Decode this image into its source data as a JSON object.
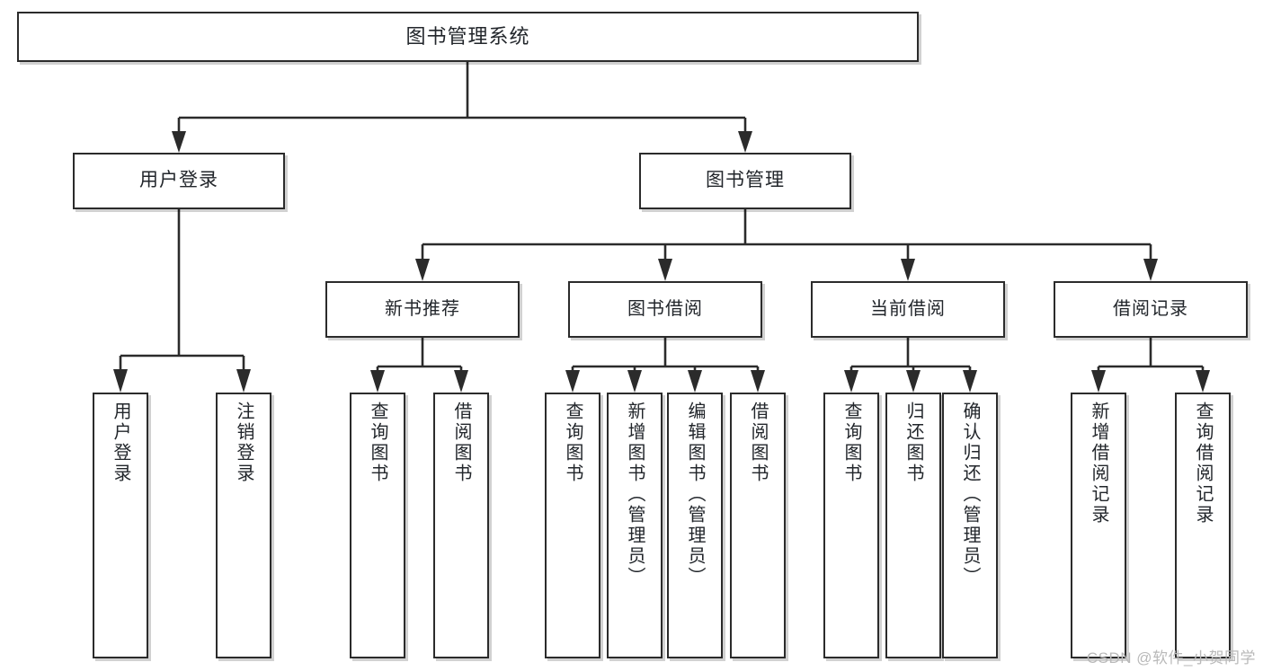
{
  "diagram": {
    "type": "tree",
    "title": "图书管理系统",
    "watermark": "CSDN @软件_小贺同学",
    "colors": {
      "border": "#2b2b2b",
      "text": "#22262b",
      "background": "#ffffff",
      "watermark": "#b9b9b9"
    },
    "root": {
      "label": "图书管理系统"
    },
    "level1": [
      {
        "label": "用户登录"
      },
      {
        "label": "图书管理"
      }
    ],
    "level2": [
      {
        "label": "新书推荐"
      },
      {
        "label": "图书借阅"
      },
      {
        "label": "当前借阅"
      },
      {
        "label": "借阅记录"
      }
    ],
    "leaves": {
      "user_login": [
        {
          "label": "用户登录"
        },
        {
          "label": "注销登录"
        }
      ],
      "new_book_recommend": [
        {
          "label": "查询图书"
        },
        {
          "label": "借阅图书"
        }
      ],
      "book_borrow": [
        {
          "label": "查询图书"
        },
        {
          "label": "新增图书（管理员）"
        },
        {
          "label": "编辑图书（管理员）"
        },
        {
          "label": "借阅图书"
        }
      ],
      "current_borrow": [
        {
          "label": "查询图书"
        },
        {
          "label": "归还图书"
        },
        {
          "label": "确认归还（管理员）"
        }
      ],
      "borrow_record": [
        {
          "label": "新增借阅记录"
        },
        {
          "label": "查询借阅记录"
        }
      ]
    }
  }
}
